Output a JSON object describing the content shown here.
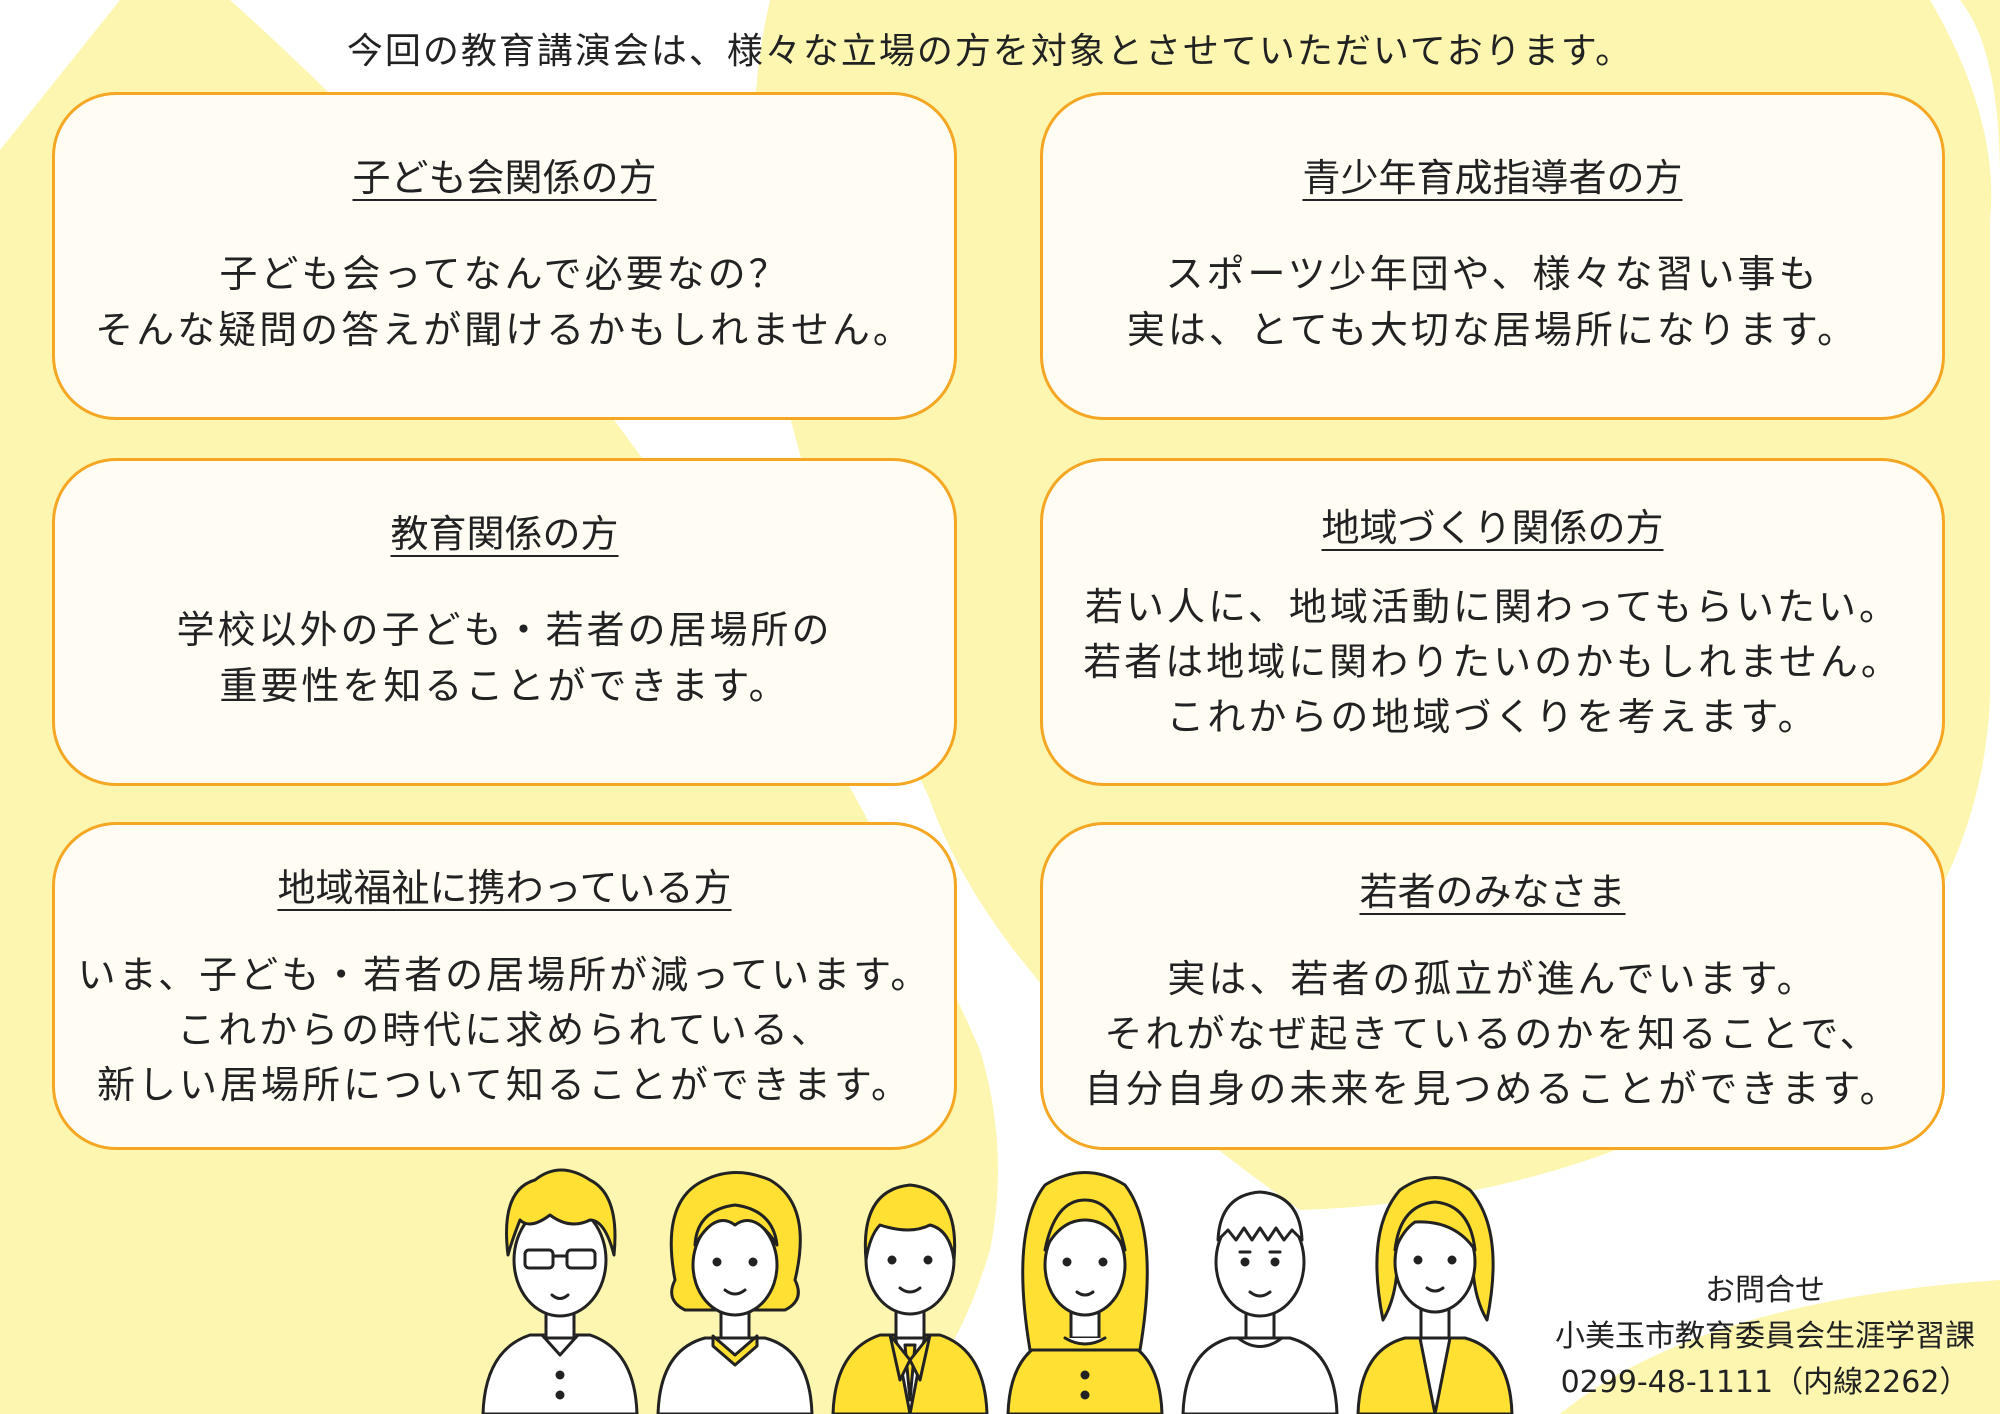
{
  "intro": "今回の教育講演会は、様々な立場の方を対象とさせていただいております。",
  "cards": [
    {
      "title": "子ども会関係の方",
      "lines": [
        "子ども会ってなんで必要なの？",
        "そんな疑問の答えが聞けるかもしれません。"
      ]
    },
    {
      "title": "青少年育成指導者の方",
      "lines": [
        "スポーツ少年団や、様々な習い事も",
        "実は、とても大切な居場所になります。"
      ]
    },
    {
      "title": "教育関係の方",
      "lines": [
        "学校以外の子ども・若者の居場所の",
        "重要性を知ることができます。"
      ]
    },
    {
      "title": "地域づくり関係の方",
      "lines": [
        "若い人に、地域活動に関わってもらいたい。",
        "若者は地域に関わりたいのかもしれません。",
        "これからの地域づくりを考えます。"
      ]
    },
    {
      "title": "地域福祉に携わっている方",
      "lines": [
        "いま、子ども・若者の居場所が減っています。",
        "これからの時代に求められている、",
        "新しい居場所について知ることができます。"
      ]
    },
    {
      "title": "若者のみなさま",
      "lines": [
        "実は、若者の孤立が進んでいます。",
        "それがなぜ起きているのかを知ることで、",
        "自分自身の未来を見つめることができます。"
      ]
    }
  ],
  "contact": {
    "heading": "お問合せ",
    "department": "小美玉市教育委員会生涯学習課",
    "phone": "0299-48-1111（内線2262）"
  },
  "colors": {
    "accent": "#f5a623",
    "yellow": "#ffe033",
    "pale_yellow": "#fdf6b0"
  },
  "people_icons": [
    "man-glasses-icon",
    "older-woman-icon",
    "businessman-icon",
    "young-woman-icon",
    "elderly-man-icon",
    "businesswoman-icon"
  ]
}
